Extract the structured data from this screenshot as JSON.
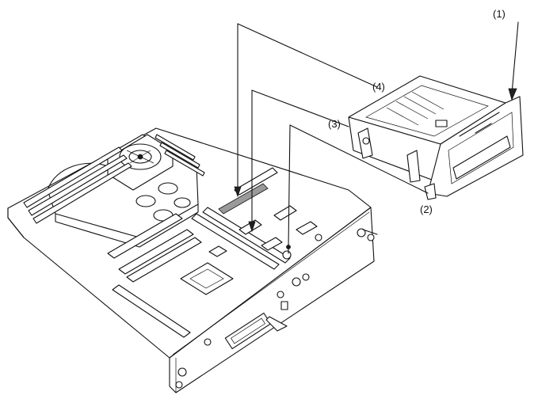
{
  "callouts": [
    {
      "id": "1",
      "label": "(1)"
    },
    {
      "id": "2",
      "label": "(2)"
    },
    {
      "id": "3",
      "label": "(3)"
    },
    {
      "id": "4",
      "label": "(4)"
    }
  ],
  "colors": {
    "line": "#111111",
    "background": "#ffffff"
  }
}
